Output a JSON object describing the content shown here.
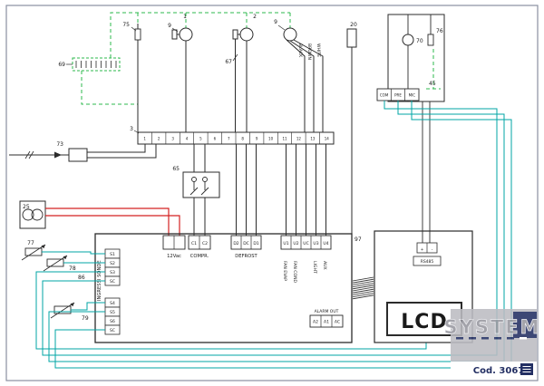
{
  "diagram": {
    "callouts": {
      "k75": "75",
      "k69": "69",
      "k1": "1",
      "k2": "2",
      "k9a": "9",
      "k9b": "9",
      "k67": "67",
      "k20": "20",
      "k70": "70",
      "k76": "76",
      "k45": "45",
      "k73": "73",
      "k3": "3",
      "k65": "65",
      "k25": "25",
      "k97": "97",
      "k77": "77",
      "k78": "78",
      "k86": "86",
      "k79": "79"
    },
    "wire_labels": {
      "black": "BLACK",
      "brown": "BROWN",
      "white": "WHITE"
    },
    "board": {
      "v12": "12Vac",
      "compr": "COMPR.",
      "defrost": "DEFROST",
      "alarm_out": "ALARM OUT",
      "t_c1": "C1",
      "t_c2": "C2",
      "t_d2": "D2",
      "t_dc": "DC",
      "t_d1": "D1",
      "t_u1": "U1",
      "t_u2": "U2",
      "t_uc": "UC",
      "t_u3": "U3",
      "t_u4": "U4",
      "t_a2": "A2",
      "t_a1": "A1",
      "t_ac": "AC",
      "t_s1": "S1",
      "t_s2": "S2",
      "t_s3": "S3",
      "t_sc1": "SC",
      "t_s4": "S4",
      "t_s5": "S5",
      "t_s6": "S6",
      "t_sc2": "SC",
      "out_fan_evap": "FAN EVAP",
      "out_fan_cond": "FAN COND",
      "out_light": "LIGHT",
      "out_aux": "AUX",
      "ingressi": "INGRESSI SONDE"
    },
    "remote": {
      "com": "COM",
      "pre": "PRE",
      "mic": "MIC",
      "plus": "+",
      "minus": "-",
      "rs485": "RS485",
      "lcd": "LCD"
    },
    "strip": [
      "1",
      "2",
      "3",
      "4",
      "5",
      "6",
      "7",
      "8",
      "9",
      "10",
      "11",
      "12",
      "13",
      "14"
    ],
    "footer": {
      "code": "Cod. 3067",
      "brand": "SYSTEM"
    },
    "colors": {
      "earth_green": "#2db84d",
      "power_red": "#d42222",
      "signal_teal": "#00a6a6",
      "navy": "#232f63",
      "line": "#2b2b2b"
    }
  }
}
